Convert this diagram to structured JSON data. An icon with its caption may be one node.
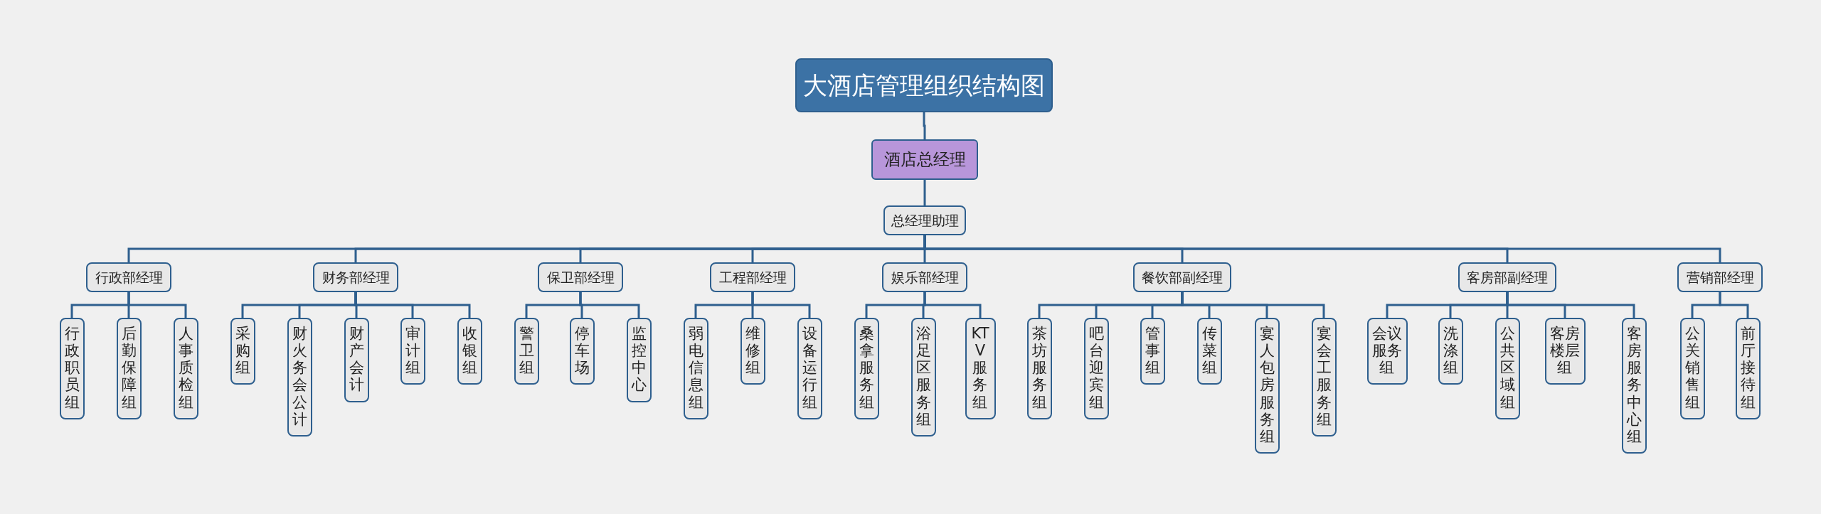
{
  "diagram": {
    "nodes": [
      {
        "text": [
          "大酒店管理组织结构图"
        ]
      },
      {
        "text": [
          "酒店总经理"
        ]
      },
      {
        "text": [
          "总经理助理"
        ]
      },
      {
        "text": [
          "行政部经理"
        ]
      },
      {
        "text": [
          "财务部经理"
        ]
      },
      {
        "text": [
          "保卫部经理"
        ]
      },
      {
        "text": [
          "工程部经理"
        ]
      },
      {
        "text": [
          "娱乐部经理"
        ]
      },
      {
        "text": [
          "餐饮部副经理"
        ]
      },
      {
        "text": [
          "客房部副经理"
        ]
      },
      {
        "text": [
          "营销部经理"
        ]
      },
      {
        "text": [
          "行政职员组"
        ]
      },
      {
        "text": [
          "后勤保障组"
        ]
      },
      {
        "text": [
          "人事质检组"
        ]
      },
      {
        "text": [
          "采购组"
        ]
      },
      {
        "text": [
          "财火务会公计"
        ]
      },
      {
        "text": [
          "财产会计"
        ]
      },
      {
        "text": [
          "审计组"
        ]
      },
      {
        "text": [
          "收银组"
        ]
      },
      {
        "text": [
          "警卫组"
        ]
      },
      {
        "text": [
          "停车场"
        ]
      },
      {
        "text": [
          "监控中心"
        ]
      },
      {
        "text": [
          "弱电信息组"
        ]
      },
      {
        "text": [
          "维修组"
        ]
      },
      {
        "text": [
          "设备运行组"
        ]
      },
      {
        "text": [
          "桑拿服务组"
        ]
      },
      {
        "text": [
          "浴足区服务组"
        ]
      },
      {
        "text": [
          "KTV服务组"
        ]
      },
      {
        "text": [
          "茶坊服务组"
        ]
      },
      {
        "text": [
          "吧台迎宾组"
        ]
      },
      {
        "text": [
          "管事组"
        ]
      },
      {
        "text": [
          "传菜组"
        ]
      },
      {
        "text": [
          "宴人包房服务组"
        ]
      },
      {
        "text": [
          "宴会工服务组"
        ]
      },
      {
        "text": [
          "会议服务组"
        ]
      },
      {
        "text": [
          "洗涤组"
        ]
      },
      {
        "text": [
          "公共区域组"
        ]
      },
      {
        "text": [
          "客房楼层组"
        ]
      },
      {
        "text": [
          "客房服务中心组"
        ]
      },
      {
        "text": [
          "公关销售组"
        ]
      },
      {
        "text": [
          "前厅接待组"
        ]
      }
    ],
    "edges": [
      {
        "from": 0,
        "to": 1,
        "arrow": "none"
      },
      {
        "from": 1,
        "to": 2,
        "arrow": "none"
      },
      {
        "from": 2,
        "to": 3,
        "arrow": "none"
      },
      {
        "from": 2,
        "to": 4,
        "arrow": "none"
      },
      {
        "from": 2,
        "to": 5,
        "arrow": "none"
      },
      {
        "from": 2,
        "to": 6,
        "arrow": "none"
      },
      {
        "from": 2,
        "to": 7,
        "arrow": "none"
      },
      {
        "from": 2,
        "to": 8,
        "arrow": "none"
      },
      {
        "from": 2,
        "to": 9,
        "arrow": "none"
      },
      {
        "from": 2,
        "to": 10,
        "arrow": "none"
      },
      {
        "from": 3,
        "to": 11,
        "arrow": "none"
      },
      {
        "from": 3,
        "to": 12,
        "arrow": "none"
      },
      {
        "from": 3,
        "to": 13,
        "arrow": "none"
      },
      {
        "from": 4,
        "to": 14,
        "arrow": "none"
      },
      {
        "from": 4,
        "to": 15,
        "arrow": "none"
      },
      {
        "from": 4,
        "to": 16,
        "arrow": "none"
      },
      {
        "from": 4,
        "to": 17,
        "arrow": "none"
      },
      {
        "from": 4,
        "to": 18,
        "arrow": "none"
      },
      {
        "from": 5,
        "to": 19,
        "arrow": "none"
      },
      {
        "from": 5,
        "to": 20,
        "arrow": "none"
      },
      {
        "from": 5,
        "to": 21,
        "arrow": "none"
      },
      {
        "from": 6,
        "to": 22,
        "arrow": "none"
      },
      {
        "from": 6,
        "to": 23,
        "arrow": "none"
      },
      {
        "from": 6,
        "to": 24,
        "arrow": "none"
      },
      {
        "from": 7,
        "to": 25,
        "arrow": "none"
      },
      {
        "from": 7,
        "to": 26,
        "arrow": "none"
      },
      {
        "from": 7,
        "to": 27,
        "arrow": "none"
      },
      {
        "from": 8,
        "to": 28,
        "arrow": "none"
      },
      {
        "from": 8,
        "to": 29,
        "arrow": "none"
      },
      {
        "from": 8,
        "to": 30,
        "arrow": "none"
      },
      {
        "from": 8,
        "to": 31,
        "arrow": "none"
      },
      {
        "from": 8,
        "to": 32,
        "arrow": "none"
      },
      {
        "from": 8,
        "to": 33,
        "arrow": "none"
      },
      {
        "from": 9,
        "to": 34,
        "arrow": "none"
      },
      {
        "from": 9,
        "to": 35,
        "arrow": "none"
      },
      {
        "from": 9,
        "to": 36,
        "arrow": "none"
      },
      {
        "from": 9,
        "to": 37,
        "arrow": "none"
      },
      {
        "from": 9,
        "to": 38,
        "arrow": "none"
      },
      {
        "from": 10,
        "to": 39,
        "arrow": "none"
      },
      {
        "from": 10,
        "to": 40,
        "arrow": "none"
      }
    ]
  }
}
